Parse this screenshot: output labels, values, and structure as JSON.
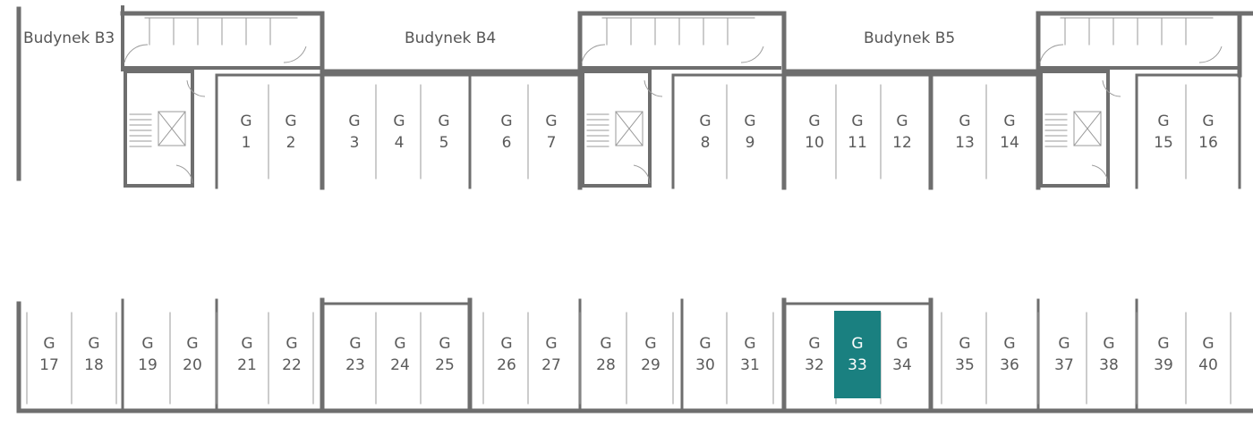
{
  "buildings": [
    {
      "id": "b3",
      "label": "Budynek B3"
    },
    {
      "id": "b4",
      "label": "Budynek B4"
    },
    {
      "id": "b5",
      "label": "Budynek B5"
    }
  ],
  "garage_prefix": "G",
  "top_row": [
    "1",
    "2",
    "3",
    "4",
    "5",
    "6",
    "7",
    "8",
    "9",
    "10",
    "11",
    "12",
    "13",
    "14",
    "15",
    "16"
  ],
  "bottom_row": [
    "17",
    "18",
    "19",
    "20",
    "21",
    "22",
    "23",
    "24",
    "25",
    "26",
    "27",
    "28",
    "29",
    "30",
    "31",
    "32",
    "33",
    "34",
    "35",
    "36",
    "37",
    "38",
    "39",
    "40"
  ],
  "selected_garage": "33",
  "colors": {
    "walls": "#6e6e6e",
    "thin_lines": "#9a9a9a",
    "selected": "#1a8080",
    "text": "#555555"
  }
}
